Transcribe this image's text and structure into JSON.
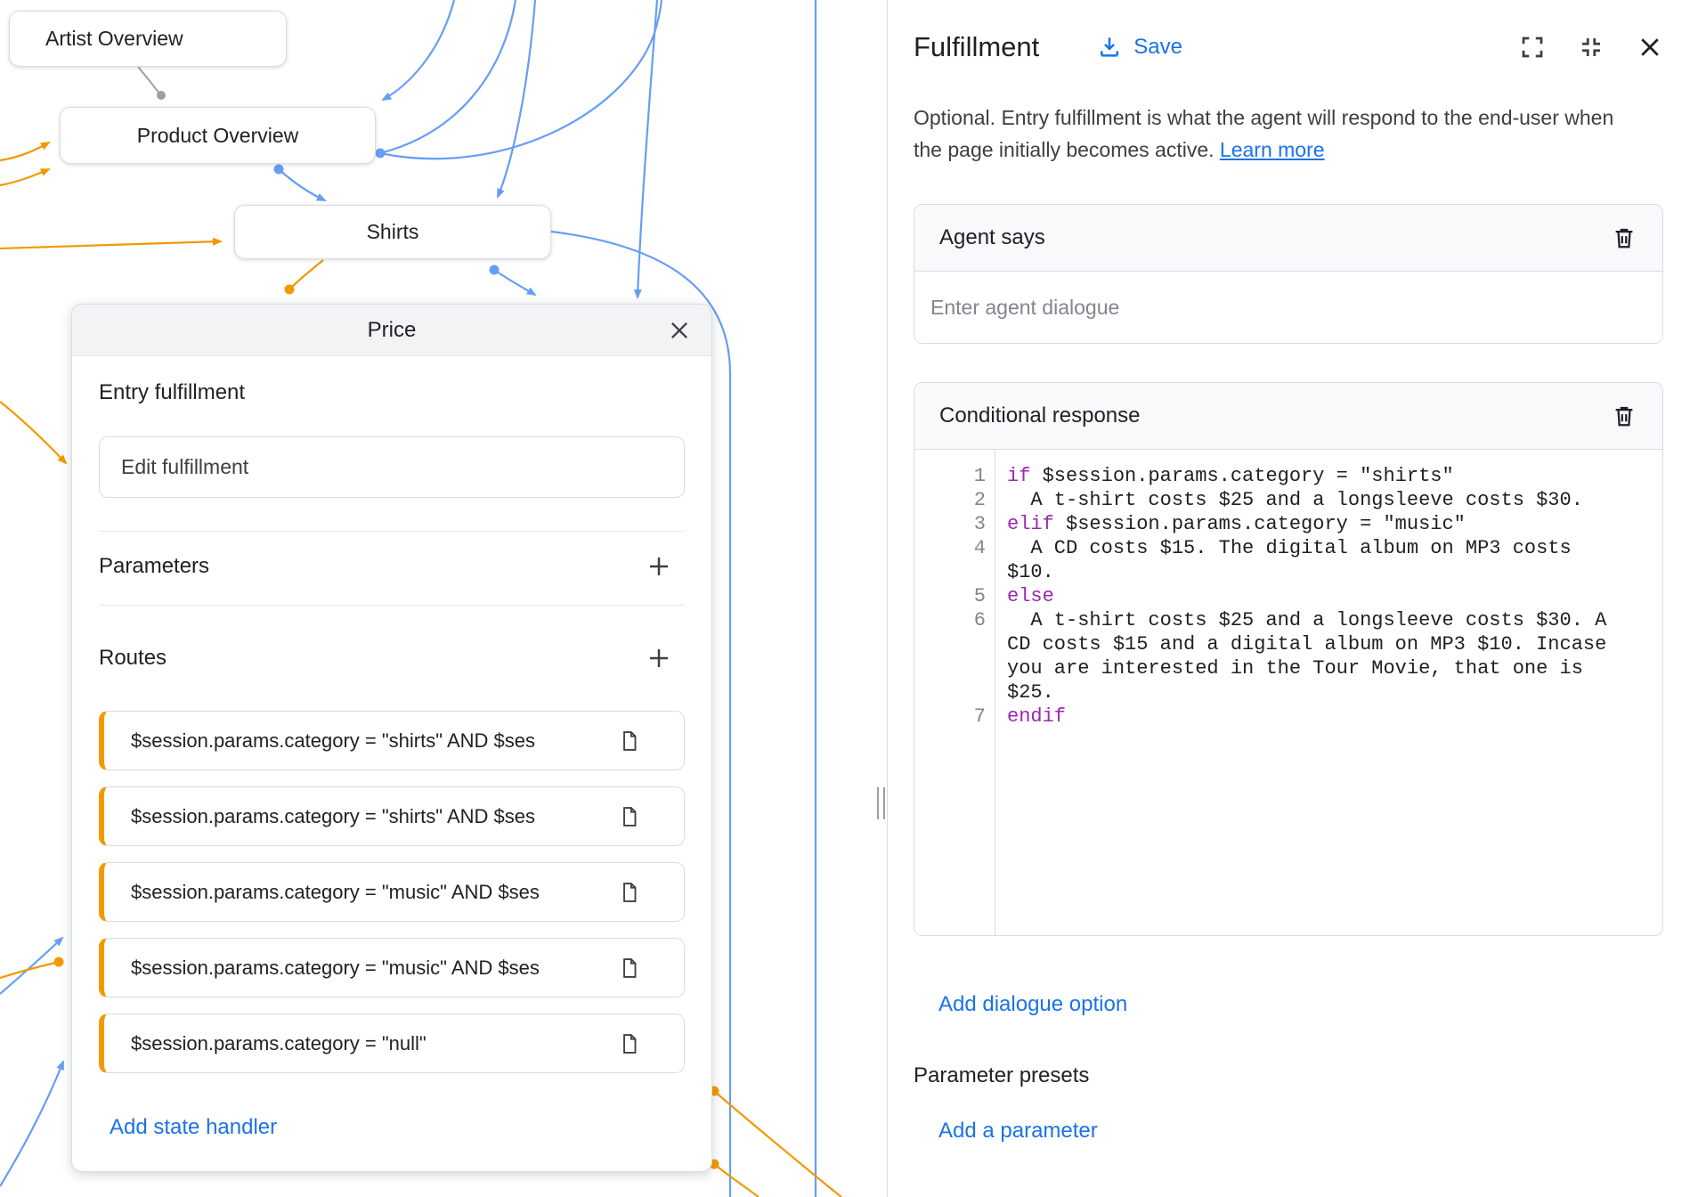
{
  "canvas": {
    "nodes": {
      "artist_overview": {
        "label": "Artist Overview"
      },
      "product_overview": {
        "label": "Product Overview"
      },
      "shirts": {
        "label": "Shirts"
      }
    },
    "price_panel": {
      "title": "Price",
      "entry_fulfillment_label": "Entry fulfillment",
      "edit_fulfillment_label": "Edit fulfillment",
      "parameters_label": "Parameters",
      "routes_label": "Routes",
      "routes": [
        {
          "condition": "$session.params.category = \"shirts\" AND $ses"
        },
        {
          "condition": "$session.params.category = \"shirts\" AND $ses"
        },
        {
          "condition": "$session.params.category = \"music\" AND $ses"
        },
        {
          "condition": "$session.params.category = \"music\" AND $ses"
        },
        {
          "condition": "$session.params.category = \"null\""
        }
      ],
      "add_state_handler_label": "Add state handler"
    }
  },
  "panel": {
    "title": "Fulfillment",
    "save_label": "Save",
    "description": "Optional. Entry fulfillment is what the agent will respond to the end-user when the page initially becomes active. ",
    "learn_more_label": "Learn more",
    "agent_says": {
      "title": "Agent says",
      "placeholder": "Enter agent dialogue"
    },
    "conditional_response": {
      "title": "Conditional response",
      "code_lines": [
        {
          "num": "1",
          "keyword": "if",
          "text": " $session.params.category = \"shirts\""
        },
        {
          "num": "2",
          "keyword": "",
          "text": "  A t-shirt costs $25 and a longsleeve costs $30."
        },
        {
          "num": "3",
          "keyword": "elif",
          "text": " $session.params.category = \"music\""
        },
        {
          "num": "4",
          "keyword": "",
          "text": "  A CD costs $15. The digital album on MP3 costs $10."
        },
        {
          "num": "5",
          "keyword": "else",
          "text": ""
        },
        {
          "num": "6",
          "keyword": "",
          "text": "  A t-shirt costs $25 and a longsleeve costs $30. A CD costs $15 and a digital album on MP3 $10. Incase you are interested in the Tour Movie, that one is $25."
        },
        {
          "num": "7",
          "keyword": "endif",
          "text": ""
        }
      ]
    },
    "add_dialogue_option_label": "Add dialogue option",
    "parameter_presets_label": "Parameter presets",
    "add_parameter_label": "Add a parameter"
  },
  "colors": {
    "accent_blue": "#1a73e8",
    "connector_blue": "#669df6",
    "connector_orange": "#f29900",
    "keyword_purple": "#9c27b0",
    "border_gray": "#dadce0",
    "price_header_gray": "#f1f3f4"
  },
  "icons": {
    "save": "tray-arrow-down",
    "expand": "fullscreen-corners",
    "compress": "fullscreen-exit",
    "close": "x",
    "trash": "trash-outline",
    "plus": "plus",
    "doc": "page-outline",
    "resize_handle": "double-bar"
  }
}
